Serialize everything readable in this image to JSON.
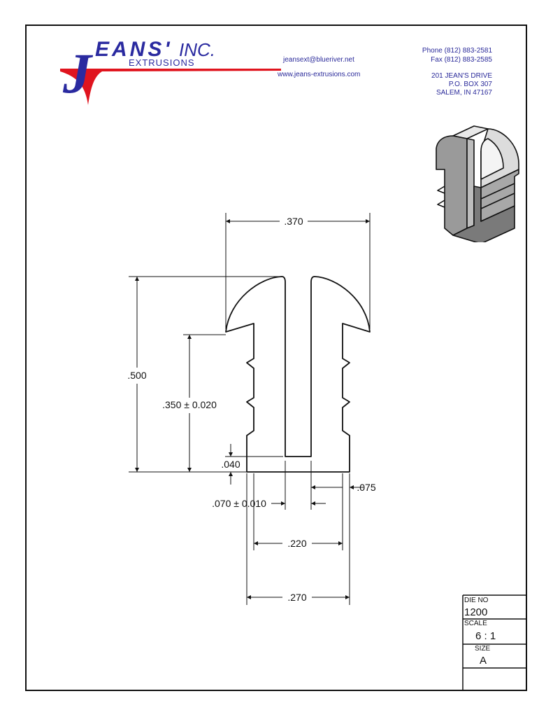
{
  "company": {
    "logo_letter": "J",
    "logo_name": "EANS'",
    "logo_suffix": "INC.",
    "logo_sub": "EXTRUSIONS",
    "email": "jeansext@blueriver.net",
    "website": "www.jeans-extrusions.com",
    "phone": "Phone (812) 883-2581",
    "fax": "Fax (812) 883-2585",
    "address1": "201 JEAN'S DRIVE",
    "address2": "P.O. BOX 307",
    "address3": "SALEM, IN 47167",
    "colors": {
      "brand_blue": "#2a2aa0",
      "brand_red": "#e0141e"
    }
  },
  "dimensions": {
    "top_width": ".370",
    "height": ".500",
    "leg_length": ".350 ± 0.020",
    "base_thickness": ".040",
    "slot_width": ".070 ± 0.010",
    "wall_thickness": ".075",
    "inner_width": ".220",
    "outer_width": ".270"
  },
  "title_block": {
    "die_no_label": "DIE NO",
    "die_no": "1200",
    "scale_label": "SCALE",
    "scale": "6 : 1",
    "size_label": "SIZE",
    "size": "A"
  }
}
